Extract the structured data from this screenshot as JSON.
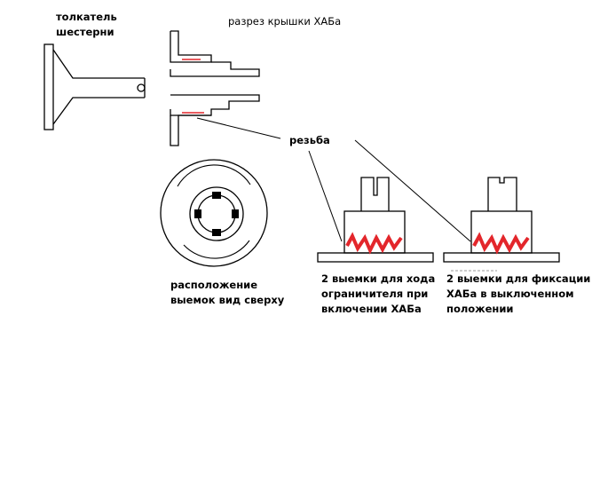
{
  "labels": {
    "pusher": [
      "толкатель",
      "шестерни"
    ],
    "cover_section": "разрез крышки ХАБа",
    "thread": "резьба",
    "top_view": [
      "расположение",
      "выемок вид сверху"
    ],
    "two_notches_travel": [
      "2 выемки для хода",
      "ограничителя при",
      "включении ХАБа"
    ],
    "two_notches_fix": [
      "2 выемки для фиксации",
      "ХАБа в выключенном",
      "положении"
    ]
  },
  "colors": {
    "line": "#000000",
    "accent": "#e3262b"
  }
}
